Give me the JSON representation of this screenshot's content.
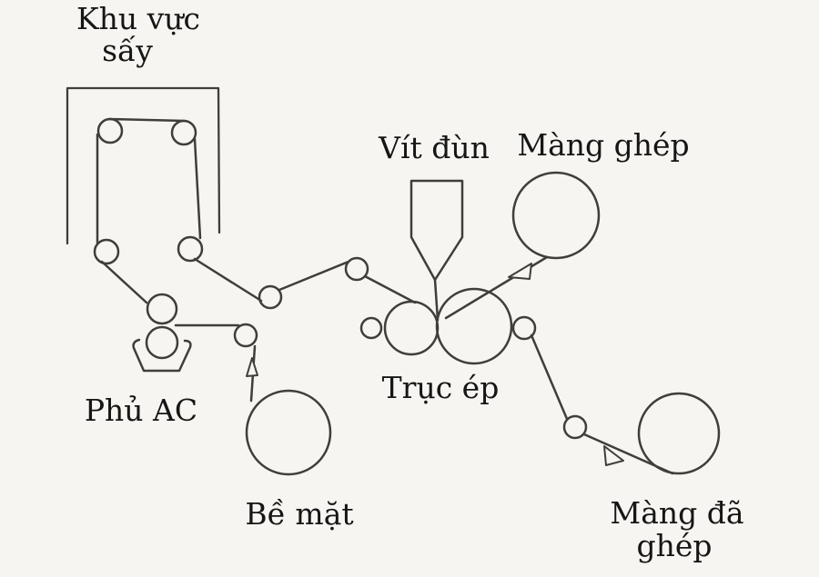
{
  "diagram": {
    "labels": {
      "drying_area": {
        "line1": "Khu vực",
        "line2": "sấy"
      },
      "extruder_screw": "Vít đùn",
      "laminating_film": "Màng ghép",
      "ac_coating": "Phủ AC",
      "press_rollers": "Trục ép",
      "substrate": "Bề mặt",
      "laminated_film": {
        "line1": "Màng đã",
        "line2": "ghép"
      }
    },
    "colors": {
      "background": "#f6f5f1",
      "line": "#3f3e3b",
      "text": "#161616"
    }
  }
}
